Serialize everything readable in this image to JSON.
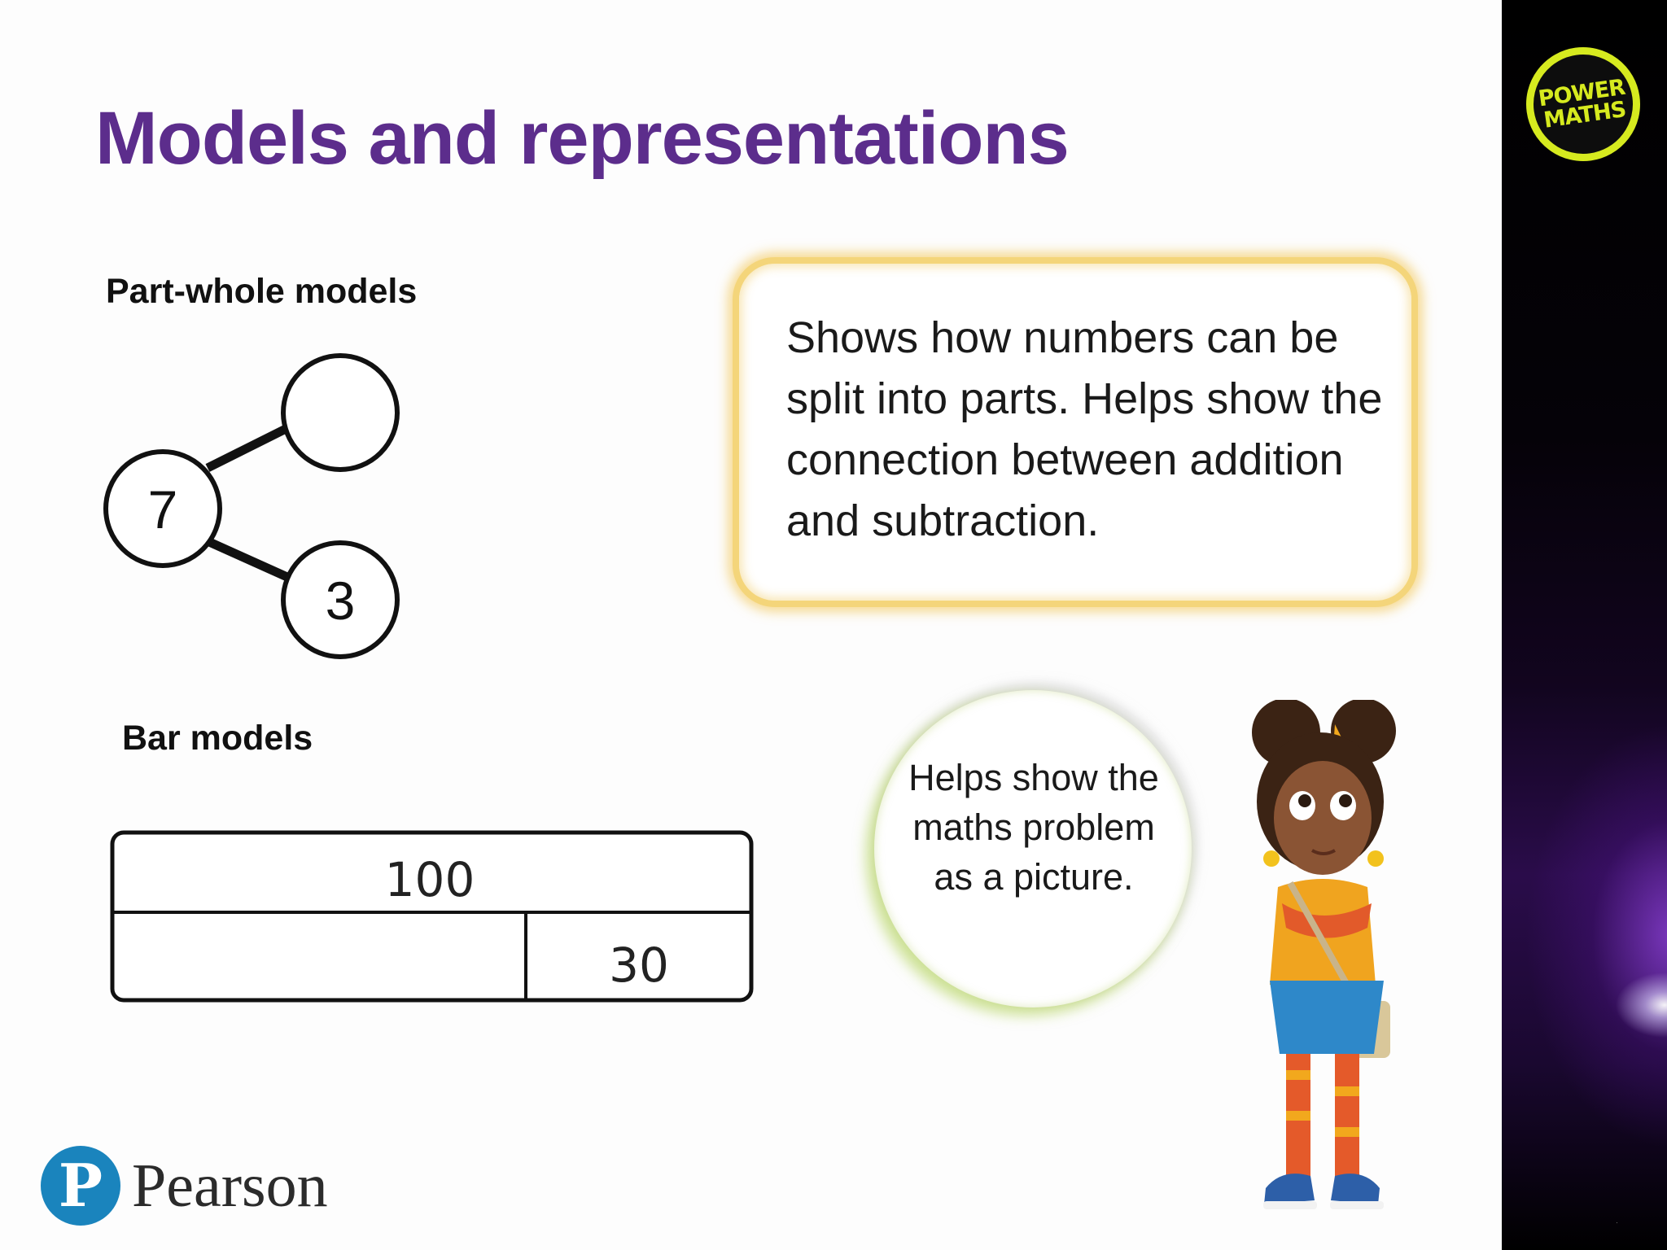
{
  "slide": {
    "title": "Models and representations",
    "part_whole": {
      "label": "Part-whole models",
      "whole": "7",
      "part_top": "",
      "part_bottom": "3"
    },
    "bar_model": {
      "label": "Bar models",
      "total": "100",
      "part_left": "",
      "part_right": "30"
    },
    "info_box_text": "Shows how numbers can be split into parts. Helps show the connection between addition and subtraction.",
    "speech_bubble_text": "Helps show the maths problem as a picture.",
    "brand": {
      "logo_line1": "POWER",
      "logo_line2": "MATHS",
      "publisher": "Pearson",
      "publisher_initial": "P"
    }
  },
  "colors": {
    "title": "#5c2d8c",
    "logo_accent": "#d6ea1f",
    "info_box_border": "#f4d57a",
    "bubble_glow": "#aacd46",
    "pearson_blue": "#1a84bd"
  }
}
